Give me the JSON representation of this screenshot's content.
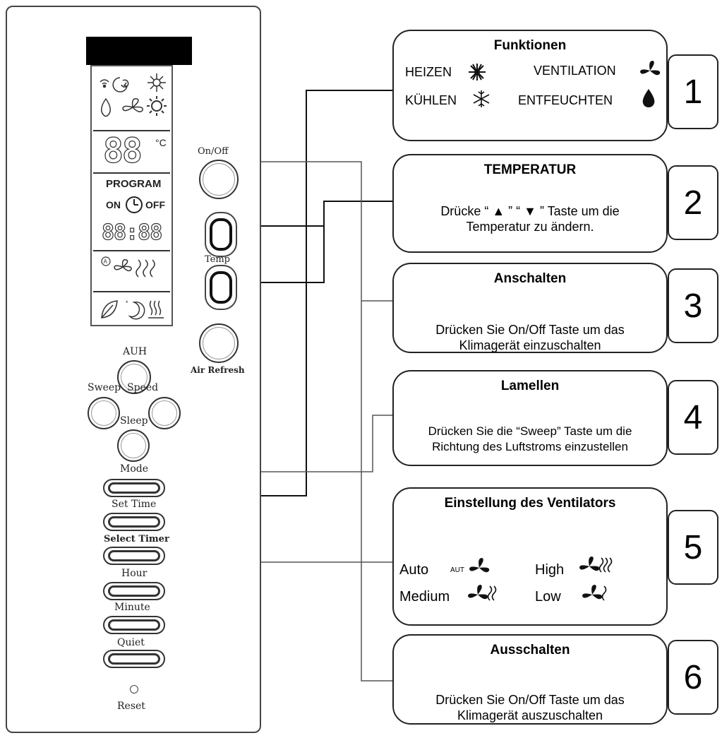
{
  "remote": {
    "lcd": {
      "temp_digits": "88",
      "temp_unit": "°C",
      "program_label": "PROGRAM",
      "on_label": "ON",
      "off_label": "OFF",
      "time_digits": "88:88"
    },
    "buttons": {
      "onoff_label": "On/Off",
      "temp_label": "Temp",
      "air_refresh_label": "Air Refresh",
      "auh_label": "AUH",
      "sweep_label": "Sweep",
      "speed_label": "Speed",
      "sleep_label": "Sleep",
      "mode_label": "Mode",
      "set_time_label": "Set Time",
      "select_timer_label": "Select Timer",
      "hour_label": "Hour",
      "minute_label": "Minute",
      "quiet_label": "Quiet",
      "reset_label": "Reset"
    }
  },
  "callouts": [
    {
      "number": "1",
      "title": "Funktionen",
      "items": {
        "heat": "HEIZEN",
        "ventilation": "VENTILATION",
        "cool": "KÜHLEN",
        "dehumidify": "ENTFEUCHTEN"
      }
    },
    {
      "number": "2",
      "title": "TEMPERATUR",
      "line1": "Drücke “ ▲ ” “ ▼ ” Taste um die",
      "line2": "Temperatur zu ändern."
    },
    {
      "number": "3",
      "title": "Anschalten",
      "line1": "Drücken Sie On/Off Taste um das",
      "line2": "Klimagerät einzuschalten"
    },
    {
      "number": "4",
      "title": "Lamellen",
      "line1": "Drücken Sie die   “Sweep” Taste um die",
      "line2": "Richtung des Luftstroms einzustellen"
    },
    {
      "number": "5",
      "title": "Einstellung des Ventilators",
      "items": {
        "auto": "Auto",
        "auto_tag": "AUT",
        "high": "High",
        "medium": "Medium",
        "low": "Low"
      }
    },
    {
      "number": "6",
      "title": "Ausschalten",
      "line1": "Drücken Sie On/Off Taste um das",
      "line2": "Klimagerät auszuschalten"
    }
  ],
  "colors": {
    "line": "#222222",
    "wire": "#555555"
  }
}
